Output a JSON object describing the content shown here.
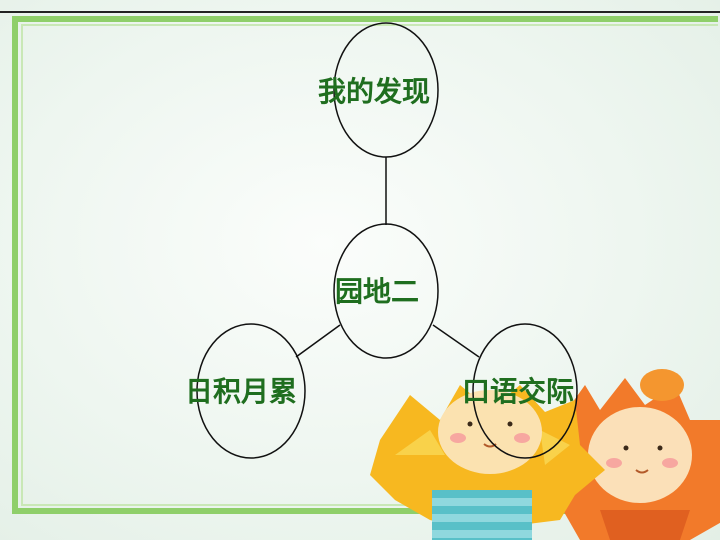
{
  "diagram": {
    "center": {
      "label": "园地二"
    },
    "branches": [
      {
        "label": "我的发现"
      },
      {
        "label": "日积月累"
      },
      {
        "label": "口语交际"
      }
    ]
  },
  "colors": {
    "label_text": "#1f6e1f",
    "frame_green": "#8fcf6a",
    "outline": "#111111"
  },
  "decorations": [
    "flower-character-yellow",
    "flower-character-orange"
  ]
}
